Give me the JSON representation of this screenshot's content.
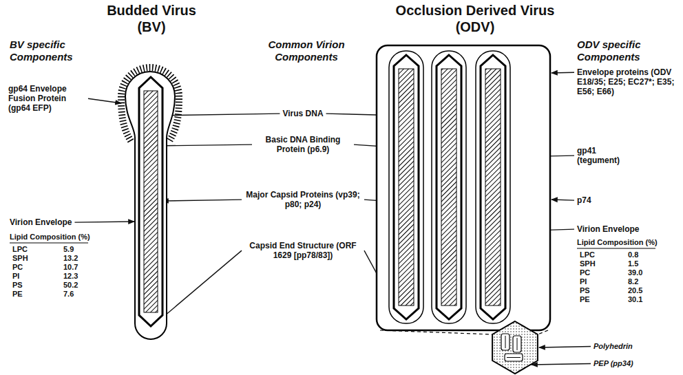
{
  "diagram": {
    "labels": [
      "Budded Virus",
      "(BV)",
      "Occlusion Derived Virus",
      "(ODV)",
      "BV specific Components",
      "Common Virion Components",
      "ODV specific Components",
      "gp64 Envelope Fusion Protein (gp64 EFP)",
      "Virus DNA",
      "Basic DNA Binding Protein (p6.9)",
      "Major Capsid Proteins (vp39; p80; p24)",
      "Virion Envelope",
      "Lipid Composition (%)",
      "LPC",
      "5.9",
      "SPH",
      "13.2",
      "PC",
      "10.7",
      "PI",
      "12.3",
      "PS",
      "50.2",
      "PE",
      "7.6",
      "Capsid End Structure (ORF 1629 [pp78/83])",
      "Envelope proteins (ODV E18/35; E25; EC27*; E35; E56; E66)",
      "gp41 (tegument)",
      "p74",
      "Virion Envelope",
      "Lipid Composition (%)",
      "LPC",
      "0.8",
      "SPH",
      "1.5",
      "PC",
      "39.0",
      "PI",
      "8.2",
      "PS",
      "20.5",
      "PE",
      "30.1",
      "Polyhedrin",
      "PEP (pp34)"
    ]
  }
}
